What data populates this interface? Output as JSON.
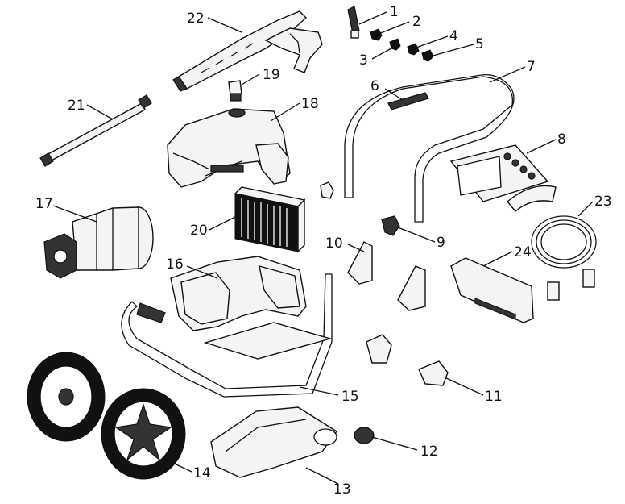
{
  "diagram": {
    "type": "exploded-parts-diagram",
    "callouts": [
      {
        "id": "1",
        "label": "1"
      },
      {
        "id": "2",
        "label": "2"
      },
      {
        "id": "3",
        "label": "3"
      },
      {
        "id": "4",
        "label": "4"
      },
      {
        "id": "5",
        "label": "5"
      },
      {
        "id": "6",
        "label": "6"
      },
      {
        "id": "7",
        "label": "7"
      },
      {
        "id": "8",
        "label": "8"
      },
      {
        "id": "9",
        "label": "9"
      },
      {
        "id": "10",
        "label": "10"
      },
      {
        "id": "11",
        "label": "11"
      },
      {
        "id": "12",
        "label": "12"
      },
      {
        "id": "13",
        "label": "13"
      },
      {
        "id": "14",
        "label": "14"
      },
      {
        "id": "15",
        "label": "15"
      },
      {
        "id": "16",
        "label": "16"
      },
      {
        "id": "17",
        "label": "17"
      },
      {
        "id": "18",
        "label": "18"
      },
      {
        "id": "19",
        "label": "19"
      },
      {
        "id": "20",
        "label": "20"
      },
      {
        "id": "21",
        "label": "21"
      },
      {
        "id": "22",
        "label": "22"
      },
      {
        "id": "23",
        "label": "23"
      },
      {
        "id": "24",
        "label": "24"
      }
    ]
  }
}
